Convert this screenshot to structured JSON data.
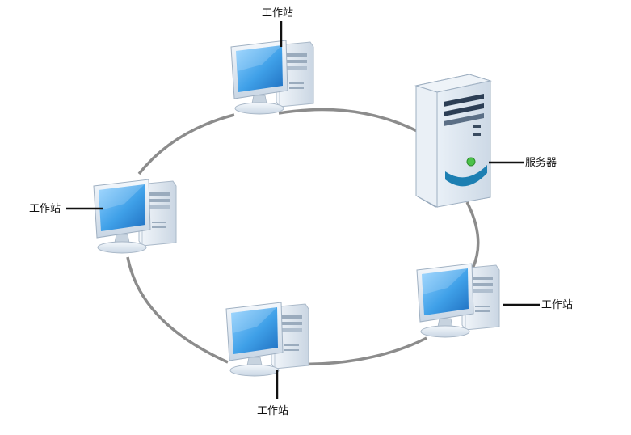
{
  "diagram": {
    "type": "ring-network-topology",
    "colors": {
      "ring": "#8c8c8c",
      "screen": "#3fa0e8",
      "case": "#dfe8f2",
      "label_line": "#111111"
    },
    "nodes": [
      {
        "id": "ws-top",
        "kind": "workstation",
        "label": "工作站",
        "icon": "workstation-icon"
      },
      {
        "id": "server",
        "kind": "server",
        "label": "服务器",
        "icon": "server-icon"
      },
      {
        "id": "ws-right",
        "kind": "workstation",
        "label": "工作站",
        "icon": "workstation-icon"
      },
      {
        "id": "ws-bottom",
        "kind": "workstation",
        "label": "工作站",
        "icon": "workstation-icon"
      },
      {
        "id": "ws-left",
        "kind": "workstation",
        "label": "工作站",
        "icon": "workstation-icon"
      }
    ],
    "links": [
      [
        "ws-top",
        "server"
      ],
      [
        "server",
        "ws-right"
      ],
      [
        "ws-right",
        "ws-bottom"
      ],
      [
        "ws-bottom",
        "ws-left"
      ],
      [
        "ws-left",
        "ws-top"
      ]
    ]
  }
}
